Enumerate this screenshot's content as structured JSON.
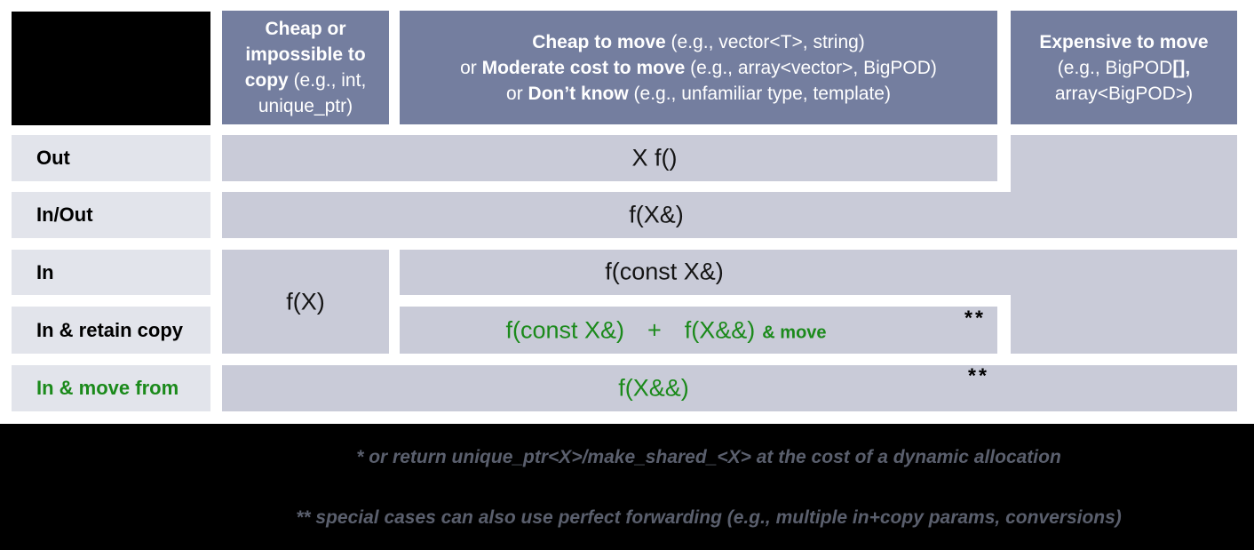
{
  "table": {
    "headers": {
      "col1": {
        "bold": "Cheap or impossible to copy",
        "normal": " (e.g., int, unique_ptr)"
      },
      "col2": {
        "line1": {
          "pre": "",
          "bold": "Cheap to move",
          "rest": " (e.g., vector<T>, string)"
        },
        "line2": {
          "pre": "or ",
          "bold": "Moderate cost to move",
          "rest": " (e.g., array<vector>, BigPOD)"
        },
        "line3": {
          "pre": "or ",
          "bold": "Don’t know",
          "rest": " (e.g., unfamiliar type, template)"
        }
      },
      "col3": {
        "line1_bold": "Expensive to move",
        "line2_normal": "(e.g., BigPOD",
        "line2_bold": "[],",
        "line3_normal": "array<BigPOD>)"
      }
    },
    "row_labels": [
      "Out",
      "In/Out",
      "In",
      "In & retain copy",
      "In & move from"
    ],
    "cells": {
      "out": "X f()",
      "in_out": "f(X&)",
      "in_cheap_copy": "f(X)",
      "in_const_ref": "f(const X&)",
      "retain_copy": {
        "first": "f(const X&)",
        "plus": "+",
        "second": "f(X&&)",
        "suffix": "& move",
        "marker": "**"
      },
      "move_from": {
        "code": "f(X&&)",
        "marker": "**"
      }
    }
  },
  "footnotes": {
    "line1": "* or return unique_ptr<X>/make_shared_<X> at the cost of a dynamic allocation",
    "line2": "** special cases can also use perfect forwarding (e.g., multiple in+copy params, conversions)"
  },
  "colors": {
    "header_bg": "#747E9F",
    "cell_bg": "#C9CBD8",
    "row_label_bg": "#E2E4EB",
    "highlight_green": "#1B8A1B",
    "footnote_text": "#5A5F6D",
    "band_bg": "#000000"
  }
}
